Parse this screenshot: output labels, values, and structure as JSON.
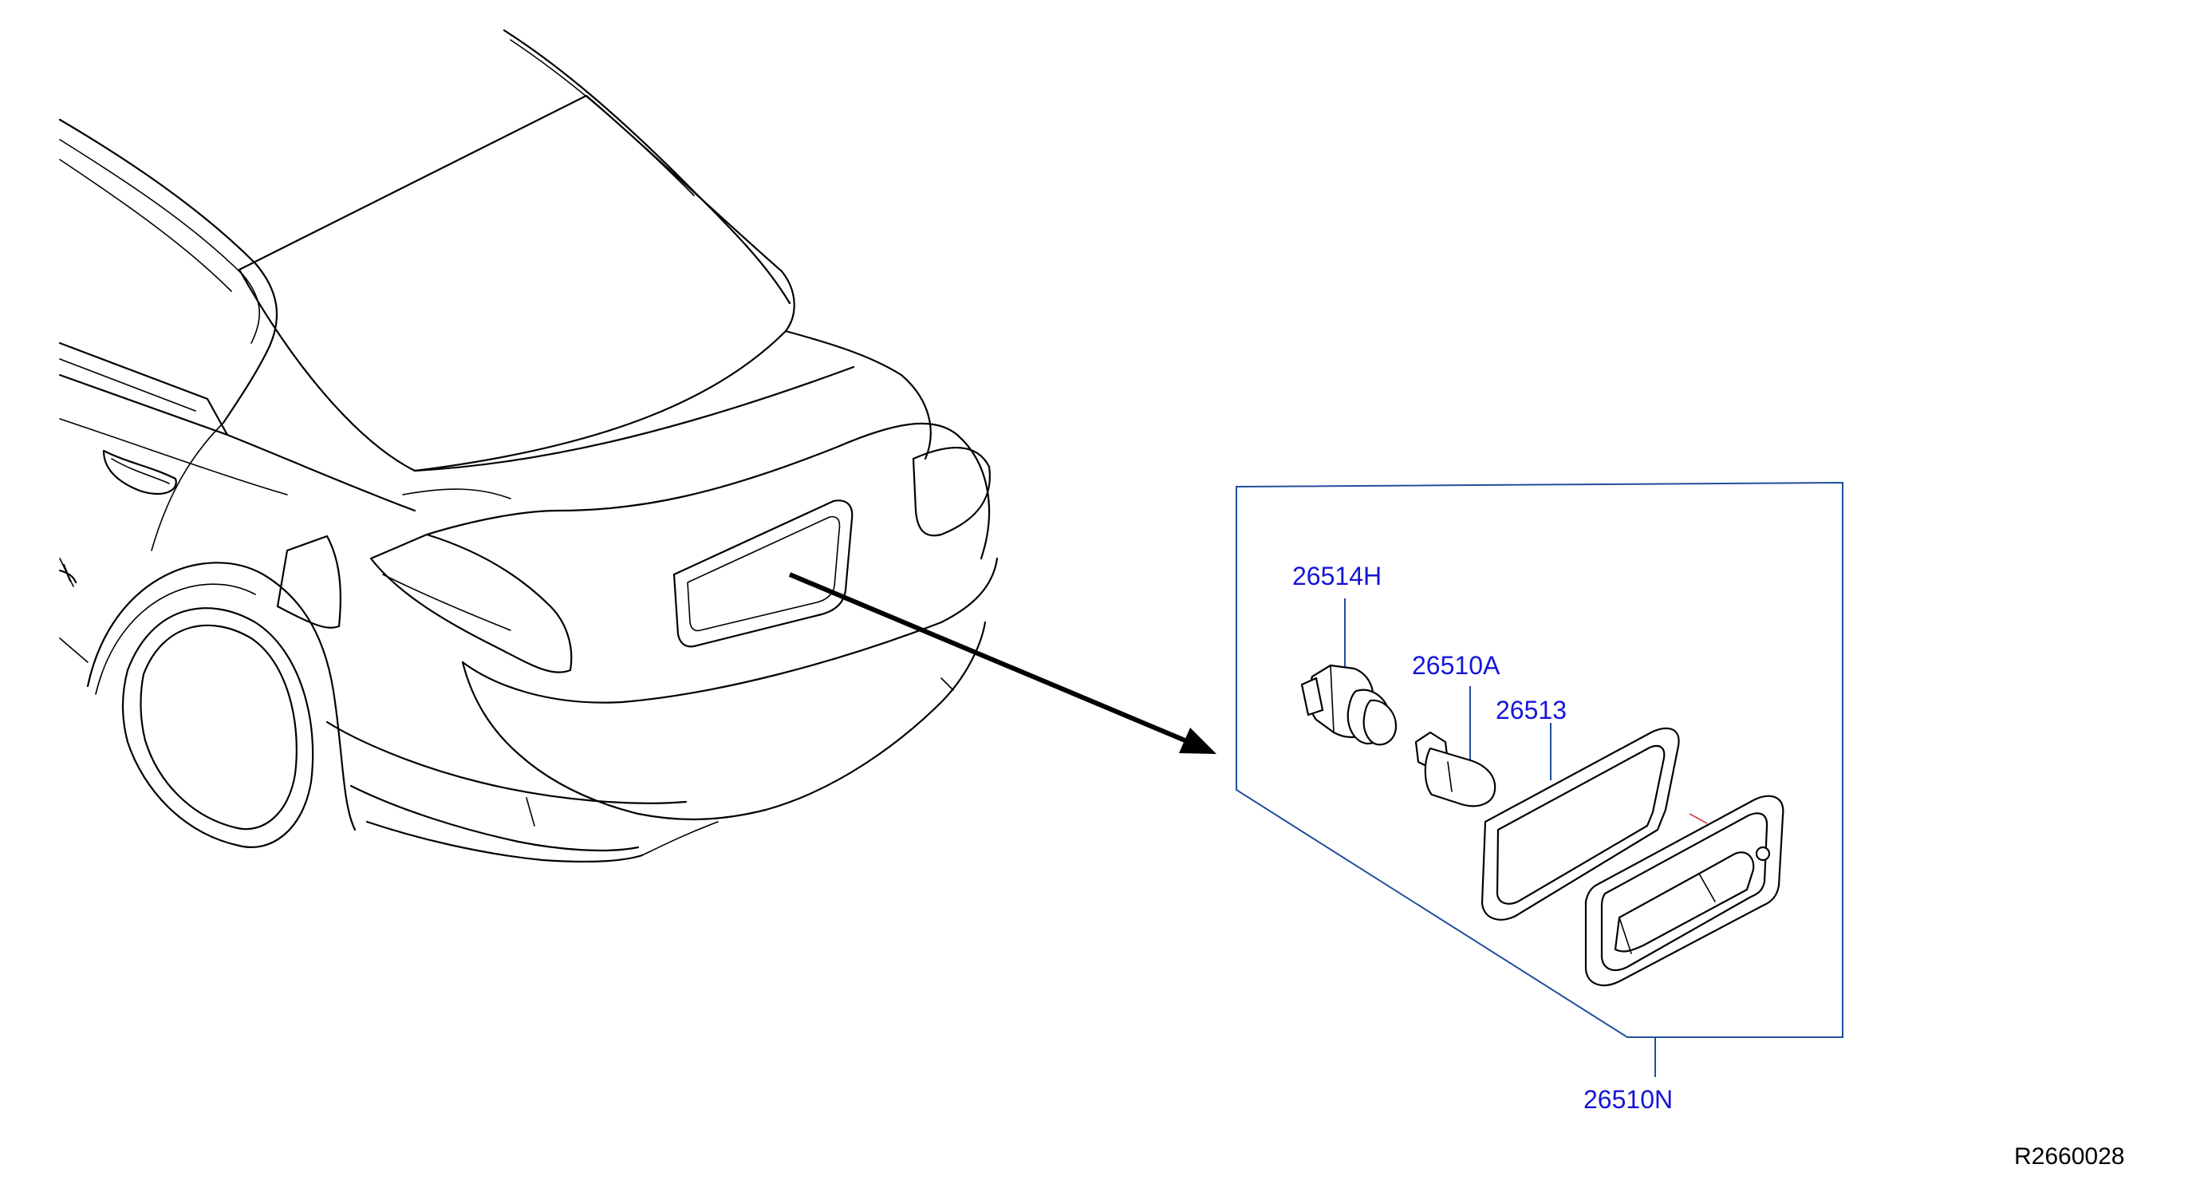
{
  "diagram": {
    "ref_code": "R2660028",
    "parts": [
      {
        "id": "socket",
        "label": "26514H"
      },
      {
        "id": "bulb",
        "label": "26510A"
      },
      {
        "id": "gasket",
        "label": "26513"
      },
      {
        "id": "lamp-assembly",
        "label": "26510N"
      }
    ],
    "colors": {
      "line_art": "#000000",
      "frame": "#1f4e9c",
      "callout_text": "#1515d6",
      "background": "#ffffff"
    }
  }
}
